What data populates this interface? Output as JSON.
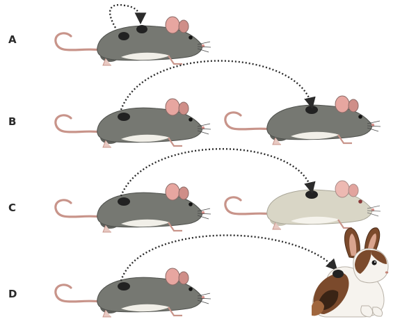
{
  "labels": {
    "a": "A",
    "b": "B",
    "c": "C",
    "d": "D"
  },
  "colors": {
    "gray_mouse": "#767872",
    "white_mouse": "#d9d6c6",
    "tail": "#c8948a",
    "ear": "#e7a6a0",
    "graft_spot": "#222222",
    "arrow": "#2b2b2b",
    "rabbit_brown": "#7b4a2c",
    "rabbit_white": "#f6f3ee"
  },
  "icons": {
    "mouse": "mouse-icon",
    "rabbit": "rabbit-icon",
    "arrow": "dotted-arc-arrow"
  }
}
